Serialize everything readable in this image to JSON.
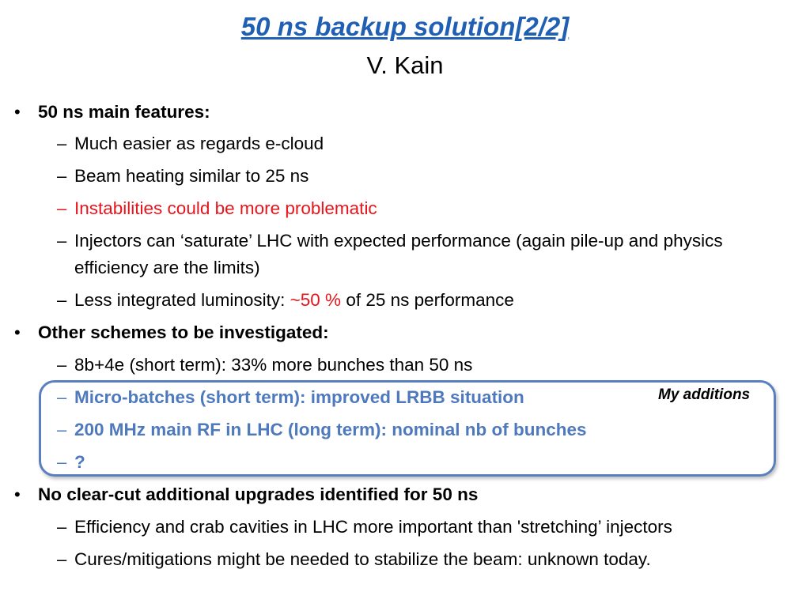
{
  "slide": {
    "title": "50 ns backup solution[2/2]",
    "subtitle": "V. Kain",
    "colors": {
      "title": "#1f5fb4",
      "highlight_red": "#e8141b",
      "highlight_blue": "#4f79bd",
      "box_border": "#5a7fbf"
    },
    "bullet_glyph": "•",
    "dash_glyph": "–",
    "items": {
      "main_features": "50 ns main features:",
      "easier_ecloud": "Much easier as regards e-cloud",
      "beam_heating": "Beam heating similar to 25 ns",
      "instabilities": "Instabilities could be more problematic",
      "injectors_saturate": "Injectors can ‘saturate’ LHC with expected performance (again pile-up and physics efficiency are the limits)",
      "less_lumi_prefix": "Less integrated luminosity: ",
      "less_lumi_value": "~50 %",
      "less_lumi_suffix": " of 25 ns performance",
      "other_schemes": "Other schemes to be investigated:",
      "scheme_8b4e": "8b+4e (short term): 33% more bunches than 50 ns",
      "micro_batches": "Micro-batches (short term): improved LRBB situation",
      "rf_200mhz": "200 MHz main RF in LHC (long term): nominal nb of bunches",
      "question": "?",
      "no_clear_cut": "No clear-cut additional upgrades identified for 50 ns",
      "efficiency_crab": "Efficiency and crab cavities in LHC more important than 'stretching’ injectors",
      "cures": "Cures/mitigations might be needed to stabilize the beam: unknown today."
    },
    "box_label": "My additions"
  }
}
